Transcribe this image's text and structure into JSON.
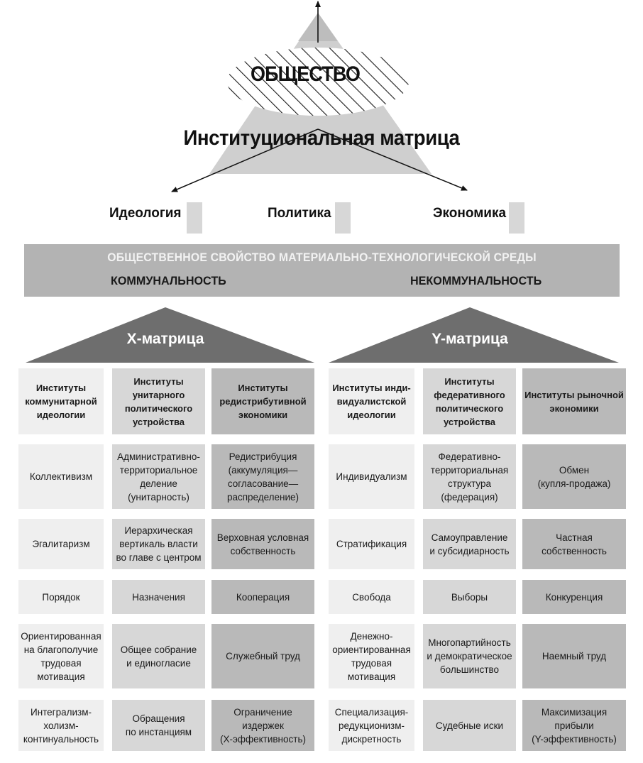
{
  "top": {
    "society": "ОБЩЕСТВО",
    "matrix_title": "Институциональная матрица"
  },
  "branches": {
    "ideology": "Идеология",
    "politics": "Политика",
    "economy": "Экономика"
  },
  "band": {
    "top": "ОБЩЕСТВЕННОЕ СВОЙСТВО МАТЕРИАЛЬНО-ТЕХНОЛОГИЧЕСКОЙ СРЕДЫ",
    "left": "КОММУНАЛЬНОСТЬ",
    "right": "НЕКОММУНАЛЬНОСТЬ"
  },
  "x_matrix": {
    "title": "Х-матрица",
    "headers": [
      [
        "Институты",
        "коммунитарной",
        "идеологии"
      ],
      [
        "Институты",
        "унитарного",
        "политического",
        "устройства"
      ],
      [
        "Институты",
        "редистрибутивной",
        "экономики"
      ]
    ],
    "rows": [
      [
        [
          "Коллективизм"
        ],
        [
          "Административно-",
          "территориальное",
          "деление",
          "(унитарность)"
        ],
        [
          "Редистрибуция",
          "(аккумуляция—",
          "согласование—",
          "распределение)"
        ]
      ],
      [
        [
          "Эгалитаризм"
        ],
        [
          "Иерархическая",
          "вертикаль власти",
          "во главе с центром"
        ],
        [
          "Верховная условная",
          "собственность"
        ]
      ],
      [
        [
          "Порядок"
        ],
        [
          "Назначения"
        ],
        [
          "Кооперация"
        ]
      ],
      [
        [
          "Ориентированная",
          "на благополучие",
          "трудовая",
          "мотивация"
        ],
        [
          "Общее собрание",
          "и единогласие"
        ],
        [
          "Служебный труд"
        ]
      ],
      [
        [
          "Интегрализм-",
          "холизм-",
          "континуальность"
        ],
        [
          "Обращения",
          "по инстанциям"
        ],
        [
          "Ограничение",
          "издержек",
          "(Х-эффективность)"
        ]
      ]
    ]
  },
  "y_matrix": {
    "title": "Y-матрица",
    "headers": [
      [
        "Институты инди-",
        "видуалистской",
        "идеологии"
      ],
      [
        "Институты",
        "федеративного",
        "политического",
        "устройства"
      ],
      [
        "Институты рыночной",
        "экономики"
      ]
    ],
    "rows": [
      [
        [
          "Индивидуализм"
        ],
        [
          "Федеративно-",
          "территориальная",
          "структура",
          "(федерация)"
        ],
        [
          "Обмен",
          "(купля-продажа)"
        ]
      ],
      [
        [
          "Стратификация"
        ],
        [
          "Самоуправление",
          "и субсидиарность"
        ],
        [
          "Частная",
          "собственность"
        ]
      ],
      [
        [
          "Свобода"
        ],
        [
          "Выборы"
        ],
        [
          "Конкуренция"
        ]
      ],
      [
        [
          "Денежно-",
          "ориентированная",
          "трудовая",
          "мотивация"
        ],
        [
          "Многопартийность",
          "и демократическое",
          "большинство"
        ],
        [
          "Наемный труд"
        ]
      ],
      [
        [
          "Специализация-",
          "редукционизм-",
          "дискретность"
        ],
        [
          "Судебные иски"
        ],
        [
          "Максимизация",
          "прибыли",
          "(Y-эффективность)"
        ]
      ]
    ]
  },
  "colors": {
    "col1": "#efefef",
    "col2": "#d7d7d7",
    "col3": "#b9b9b9",
    "band": "#b3b3b3",
    "roof": "#6e6e6e"
  }
}
